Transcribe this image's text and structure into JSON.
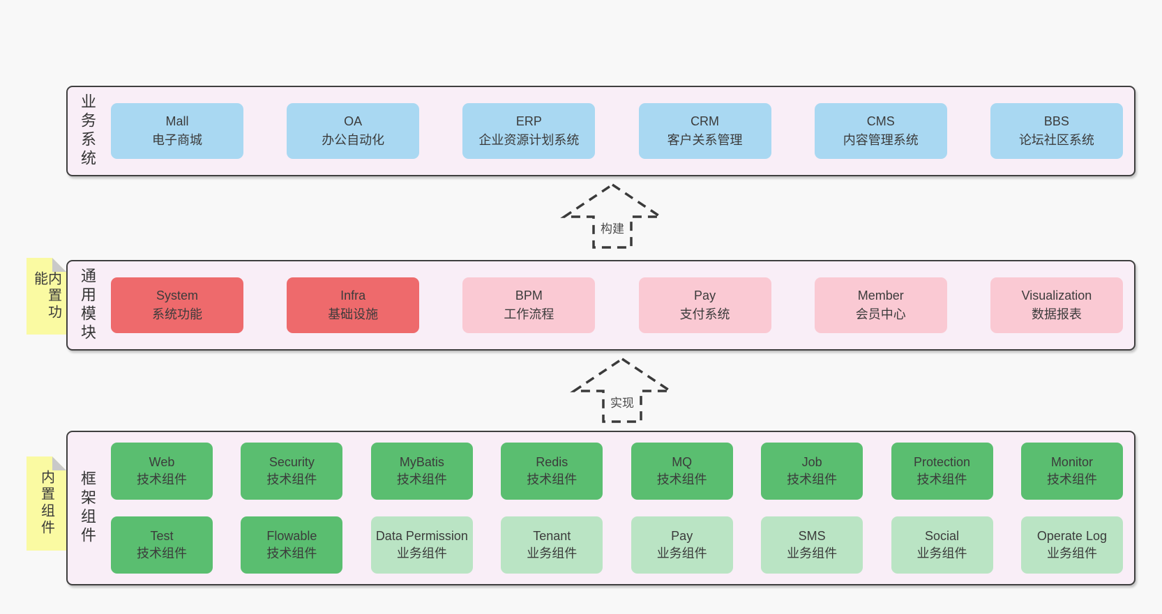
{
  "colors": {
    "page_bg": "#f8f8f8",
    "band_bg": "#f9eef7",
    "band_border": "#3f3f3f",
    "blue_box": "#a9d8f2",
    "red_box": "#ee6a6c",
    "pink_box": "#fac9d3",
    "green_box": "#5abe70",
    "light_green_box": "#bae4c4",
    "sticky_yellow": "#fafaa2",
    "text": "#3b3b3b"
  },
  "arrows": [
    {
      "label": "构建"
    },
    {
      "label": "实现"
    }
  ],
  "bands": [
    {
      "label": "业务系统",
      "boxes": [
        {
          "title": "Mall",
          "subtitle": "电子商城"
        },
        {
          "title": "OA",
          "subtitle": "办公自动化"
        },
        {
          "title": "ERP",
          "subtitle": "企业资源计划系统"
        },
        {
          "title": "CRM",
          "subtitle": "客户关系管理"
        },
        {
          "title": "CMS",
          "subtitle": "内容管理系统"
        },
        {
          "title": "BBS",
          "subtitle": "论坛社区系统"
        }
      ]
    },
    {
      "label": "通用模块",
      "sticky": "内置功能",
      "boxes": [
        {
          "title": "System",
          "subtitle": "系统功能",
          "variant": "red"
        },
        {
          "title": "Infra",
          "subtitle": "基础设施",
          "variant": "red"
        },
        {
          "title": "BPM",
          "subtitle": "工作流程",
          "variant": "pink"
        },
        {
          "title": "Pay",
          "subtitle": "支付系统",
          "variant": "pink"
        },
        {
          "title": "Member",
          "subtitle": "会员中心",
          "variant": "pink"
        },
        {
          "title": "Visualization",
          "subtitle": "数据报表",
          "variant": "pink"
        }
      ]
    },
    {
      "label": "框架组件",
      "sticky": "内置组件",
      "rows": [
        [
          {
            "title": "Web",
            "subtitle": "技术组件",
            "variant": "green"
          },
          {
            "title": "Security",
            "subtitle": "技术组件",
            "variant": "green"
          },
          {
            "title": "MyBatis",
            "subtitle": "技术组件",
            "variant": "green"
          },
          {
            "title": "Redis",
            "subtitle": "技术组件",
            "variant": "green"
          },
          {
            "title": "MQ",
            "subtitle": "技术组件",
            "variant": "green"
          },
          {
            "title": "Job",
            "subtitle": "技术组件",
            "variant": "green"
          },
          {
            "title": "Protection",
            "subtitle": "技术组件",
            "variant": "green"
          },
          {
            "title": "Monitor",
            "subtitle": "技术组件",
            "variant": "green"
          }
        ],
        [
          {
            "title": "Test",
            "subtitle": "技术组件",
            "variant": "green"
          },
          {
            "title": "Flowable",
            "subtitle": "技术组件",
            "variant": "green"
          },
          {
            "title": "Data Permission",
            "subtitle": "业务组件",
            "variant": "lightgreen"
          },
          {
            "title": "Tenant",
            "subtitle": "业务组件",
            "variant": "lightgreen"
          },
          {
            "title": "Pay",
            "subtitle": "业务组件",
            "variant": "lightgreen"
          },
          {
            "title": "SMS",
            "subtitle": "业务组件",
            "variant": "lightgreen"
          },
          {
            "title": "Social",
            "subtitle": "业务组件",
            "variant": "lightgreen"
          },
          {
            "title": "Operate Log",
            "subtitle": "业务组件",
            "variant": "lightgreen"
          }
        ]
      ]
    }
  ]
}
